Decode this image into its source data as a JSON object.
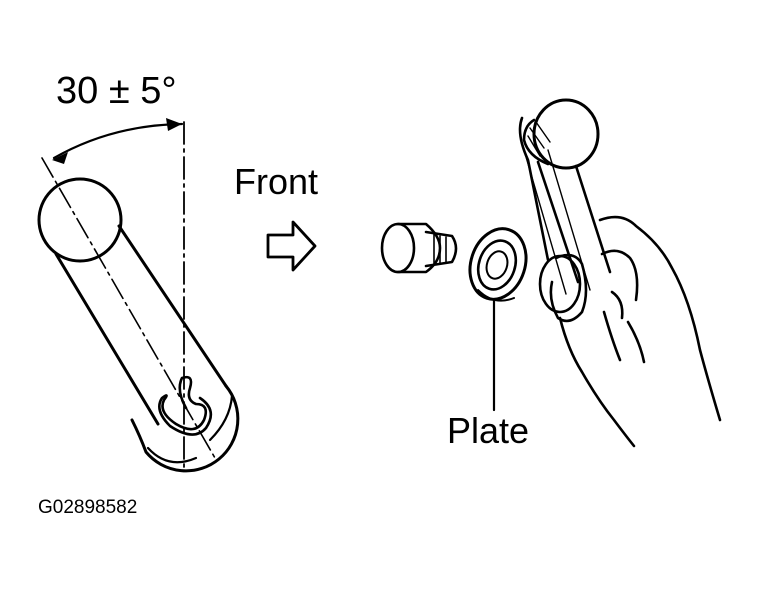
{
  "diagram": {
    "angle_label": "30 ± 5°",
    "front_label": "Front",
    "plate_label": "Plate",
    "figure_id": "G02898582"
  },
  "colors": {
    "ink": "#000000",
    "paper": "#ffffff"
  },
  "icons": {
    "direction_arrow": "right-arrow-outline-icon",
    "left_view": "window-regulator-handle-icon",
    "right_view": "handle-install-hand-icon"
  }
}
